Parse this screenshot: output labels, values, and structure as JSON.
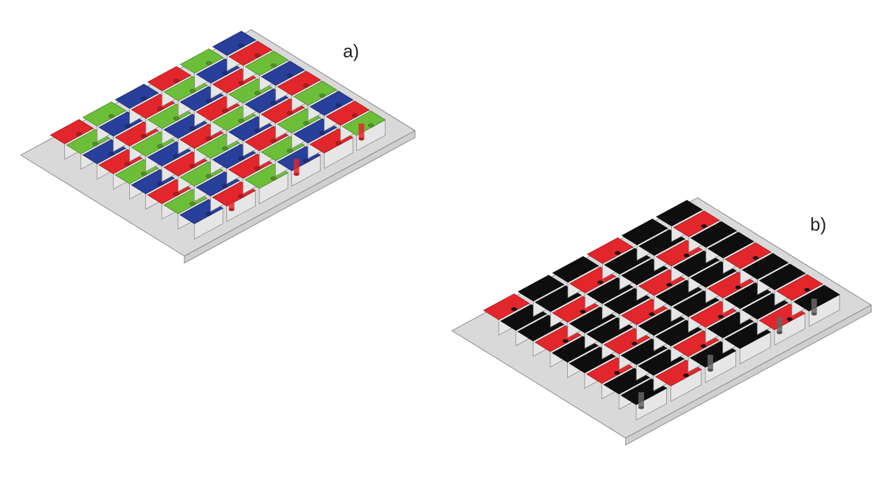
{
  "panels": [
    {
      "label": "a)",
      "rows": 6,
      "cols": 9,
      "pattern": [
        "red",
        "green",
        "blue"
      ],
      "tall_column_count": 3
    },
    {
      "label": "b)",
      "rows": 6,
      "cols": 9,
      "pattern": [
        "red",
        "black",
        "black"
      ],
      "tall_column_count": 4
    }
  ],
  "colors": {
    "red": "#e3262b",
    "green": "#6cbe38",
    "blue": "#283f9b",
    "black": "#0e0e0e",
    "substrate": "#d9d9d9",
    "cell_box": "#f2f2f2",
    "outline": "#8a8a8a"
  }
}
